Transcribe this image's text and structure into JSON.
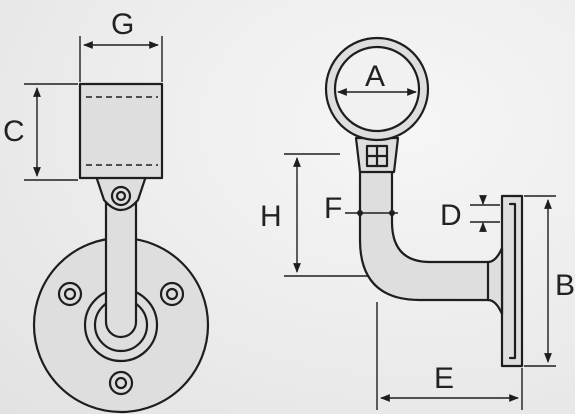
{
  "labels": {
    "G": "G",
    "C": "C",
    "A": "A",
    "H": "H",
    "F": "F",
    "D": "D",
    "B": "B",
    "E": "E"
  }
}
